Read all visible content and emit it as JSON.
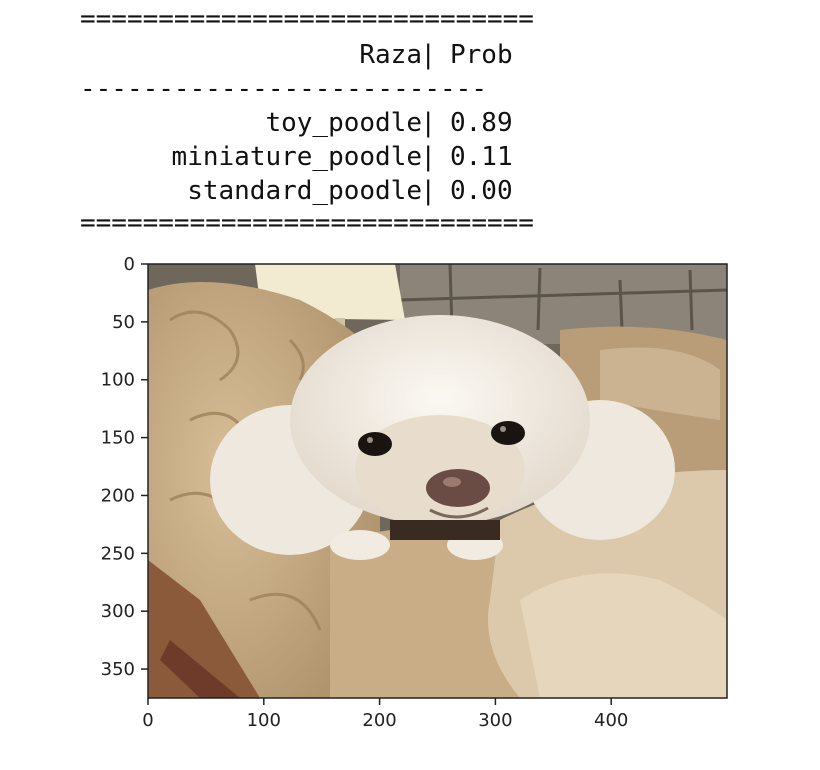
{
  "output": {
    "rule_double": "=============================",
    "rule_single": "--------------------------",
    "header": {
      "col1": "Raza",
      "col2": "Prob"
    },
    "rows": [
      {
        "raza": "toy_poodle",
        "prob": "0.89"
      },
      {
        "raza": "miniature_poodle",
        "prob": "0.11"
      },
      {
        "raza": "standard_poodle",
        "prob": "0.00"
      }
    ]
  },
  "image_plot": {
    "image_description": "poodle",
    "x_ticks": [
      "0",
      "100",
      "200",
      "300",
      "400"
    ],
    "y_ticks": [
      "0",
      "50",
      "100",
      "150",
      "200",
      "250",
      "300",
      "350"
    ],
    "x_range": [
      0,
      500
    ],
    "y_range": [
      0,
      375
    ],
    "colors": {
      "sofa": "#c9ad87",
      "wall": "#7d7468",
      "dog": "#f3efe9",
      "blanket": "#dcc9ab",
      "floor": "#8a5a3a"
    }
  }
}
